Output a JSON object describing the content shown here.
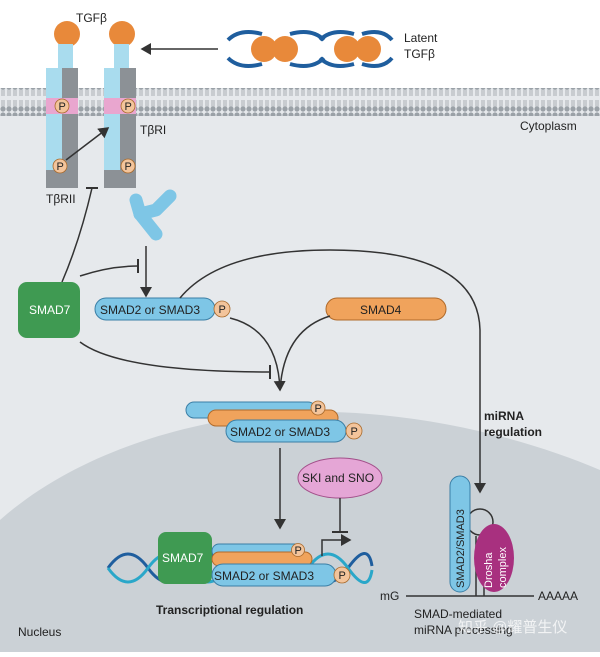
{
  "labels": {
    "tgfb": "TGFβ",
    "latent_line1": "Latent",
    "latent_line2": "TGFβ",
    "cytoplasm": "Cytoplasm",
    "tbri": "TβRI",
    "tbrii": "TβRII",
    "phospho": "P",
    "smad7": "SMAD7",
    "smad23": "SMAD2 or SMAD3",
    "smad4": "SMAD4",
    "mirna_line1": "miRNA",
    "mirna_line2": "regulation",
    "ski_sno": "SKI and SNO",
    "smad23_vertical": "SMAD2/SMAD3",
    "drosha_line1": "Drosha",
    "drosha_line2": "complex",
    "mg": "mG",
    "polya": "AAAAA",
    "transcriptional": "Transcriptional regulation",
    "processing_line1": "SMAD-mediated",
    "processing_line2": "miRNA processing",
    "nucleus": "Nucleus",
    "watermark": "知乎 @耀普生仪"
  },
  "colors": {
    "membrane": "#b9bfc4",
    "cytoplasm": "#e8ebee",
    "nucleus": "#cdd3d8",
    "ligand": "#e8893a",
    "receptor_light": "#a9dcee",
    "receptor_grey": "#8c9196",
    "kinase_pink": "#e9a6cf",
    "smad_blue": "#7ec6e6",
    "smad_orange": "#f0a35c",
    "smad7_green": "#3f9a52",
    "ski_pink": "#e5a6d6",
    "drosha_magenta": "#a8307f",
    "arrow": "#333333"
  },
  "icons": [
    "phosphate-icon",
    "dna-helix-icon",
    "hairpin-rna-icon",
    "inhibition-bar-icon",
    "arrow-icon"
  ]
}
